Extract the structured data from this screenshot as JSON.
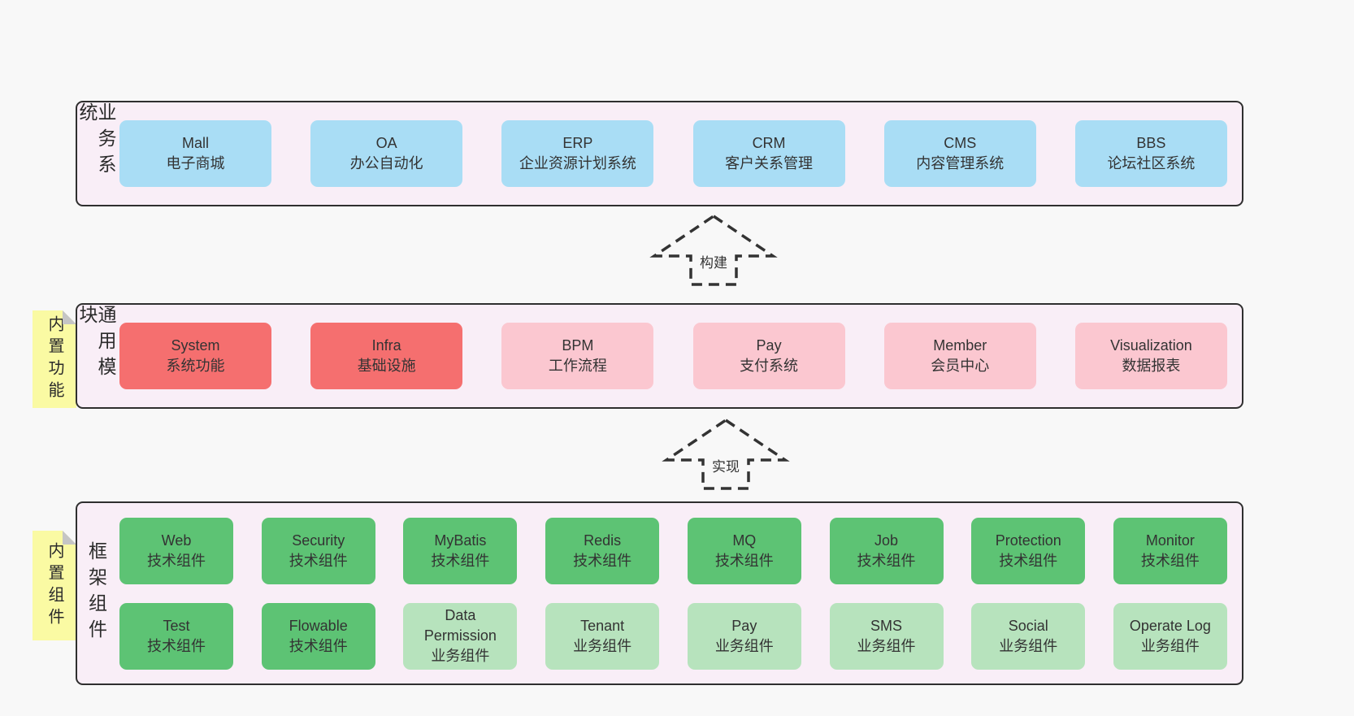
{
  "colors": {
    "blue": "#a9ddf5",
    "red": "#f56f6f",
    "pink": "#fbc7d0",
    "green": "#5dc374",
    "lightgreen": "#b7e3bd",
    "container_bg": "#f9eef7",
    "container_border": "#2f2f2f",
    "note_bg": "#fafaa3",
    "page_bg": "#f8f8f8",
    "text": "#333333"
  },
  "sections": [
    {
      "label": "业务系统",
      "rows": [
        [
          {
            "name": "Mall",
            "desc": "电子商城",
            "color": "blue"
          },
          {
            "name": "OA",
            "desc": "办公自动化",
            "color": "blue"
          },
          {
            "name": "ERP",
            "desc": "企业资源计划系统",
            "color": "blue"
          },
          {
            "name": "CRM",
            "desc": "客户关系管理",
            "color": "blue"
          },
          {
            "name": "CMS",
            "desc": "内容管理系统",
            "color": "blue"
          },
          {
            "name": "BBS",
            "desc": "论坛社区系统",
            "color": "blue"
          }
        ]
      ]
    },
    {
      "label": "通用模块",
      "rows": [
        [
          {
            "name": "System",
            "desc": "系统功能",
            "color": "red"
          },
          {
            "name": "Infra",
            "desc": "基础设施",
            "color": "red"
          },
          {
            "name": "BPM",
            "desc": "工作流程",
            "color": "pink"
          },
          {
            "name": "Pay",
            "desc": "支付系统",
            "color": "pink"
          },
          {
            "name": "Member",
            "desc": "会员中心",
            "color": "pink"
          },
          {
            "name": "Visualization",
            "desc": "数据报表",
            "color": "pink"
          }
        ]
      ]
    },
    {
      "label": "框架组件",
      "rows": [
        [
          {
            "name": "Web",
            "desc": "技术组件",
            "color": "green"
          },
          {
            "name": "Security",
            "desc": "技术组件",
            "color": "green"
          },
          {
            "name": "MyBatis",
            "desc": "技术组件",
            "color": "green"
          },
          {
            "name": "Redis",
            "desc": "技术组件",
            "color": "green"
          },
          {
            "name": "MQ",
            "desc": "技术组件",
            "color": "green"
          },
          {
            "name": "Job",
            "desc": "技术组件",
            "color": "green"
          },
          {
            "name": "Protection",
            "desc": "技术组件",
            "color": "green"
          },
          {
            "name": "Monitor",
            "desc": "技术组件",
            "color": "green"
          }
        ],
        [
          {
            "name": "Test",
            "desc": "技术组件",
            "color": "green"
          },
          {
            "name": "Flowable",
            "desc": "技术组件",
            "color": "green"
          },
          {
            "name": "Data Permission",
            "desc": "业务组件",
            "color": "lightgreen"
          },
          {
            "name": "Tenant",
            "desc": "业务组件",
            "color": "lightgreen"
          },
          {
            "name": "Pay",
            "desc": "业务组件",
            "color": "lightgreen"
          },
          {
            "name": "SMS",
            "desc": "业务组件",
            "color": "lightgreen"
          },
          {
            "name": "Social",
            "desc": "业务组件",
            "color": "lightgreen"
          },
          {
            "name": "Operate Log",
            "desc": "业务组件",
            "color": "lightgreen"
          }
        ]
      ]
    }
  ],
  "notes": [
    {
      "label": "内置功能"
    },
    {
      "label": "内置组件"
    }
  ],
  "arrows": [
    {
      "label": "构建"
    },
    {
      "label": "实现"
    }
  ]
}
